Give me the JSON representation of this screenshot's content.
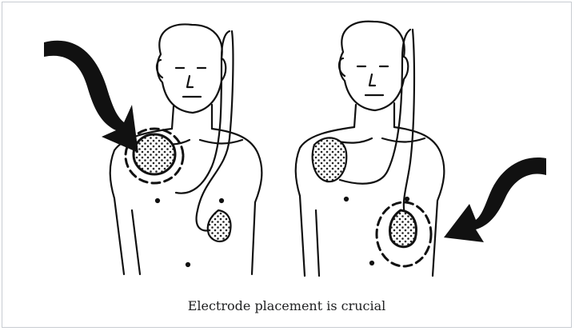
{
  "caption": "Electrode placement is crucial",
  "colors": {
    "frame_border": "#c8ccd1",
    "line": "#111111",
    "pad_fill": "#ffffff",
    "arrow": "#111111"
  },
  "figures": [
    {
      "name": "figure-left",
      "pads": [
        "upper-right-chest-pad",
        "lower-left-side-pad"
      ],
      "highlighted_pad": "upper-right-chest-pad"
    },
    {
      "name": "figure-right",
      "pads": [
        "upper-right-chest-pad",
        "lower-left-side-pad"
      ],
      "highlighted_pad": "lower-left-side-pad"
    }
  ]
}
